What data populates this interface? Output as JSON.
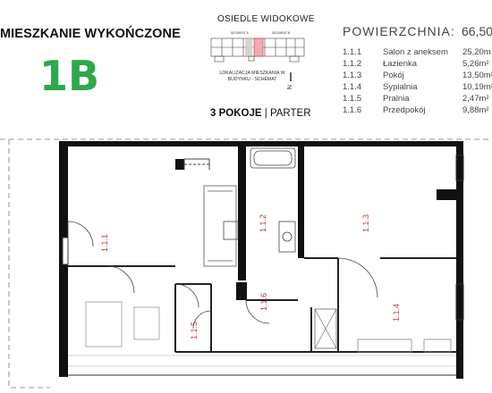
{
  "header": {
    "title": "MIESZKANIE WYKOŃCZONE",
    "unit_code": "1B",
    "estate_name": "OSIEDLE WIDOKOWE",
    "segment_a_label": "SEGMENT A",
    "segment_b_label": "SEGMENT B",
    "location_note": "LOKALIZACJA MIESZKANIA W BUDYNKU - SCHEMAT",
    "compass_letter": "N",
    "rooms_count": "3 POKOJE",
    "separator": "|",
    "floor": "PARTER"
  },
  "area_table": {
    "title": "POWIERZCHNIA:",
    "total": "66,50",
    "rows": [
      {
        "number": "1.1.1",
        "name": "Salon z aneksem",
        "area": "25,20m"
      },
      {
        "number": "1.1.2",
        "name": "Łazienka",
        "area": "5,26m²"
      },
      {
        "number": "1.1.3",
        "name": "Pokój",
        "area": "13,50m²"
      },
      {
        "number": "1.1.4",
        "name": "Sypialnia",
        "area": "10,19m²"
      },
      {
        "number": "1.1.5",
        "name": "Pralnia",
        "area": "2,47m²"
      },
      {
        "number": "1.1.6",
        "name": "Przedpokój",
        "area": "9,88m²"
      }
    ]
  },
  "plan": {
    "room_labels": [
      "1.1.1",
      "1.1.2",
      "1.1.3",
      "1.1.4",
      "1.1.5",
      "1.1.6"
    ],
    "accent_color": "#2ea84c",
    "label_color": "#c0392b",
    "highlight_color": "#f2a9b6"
  }
}
